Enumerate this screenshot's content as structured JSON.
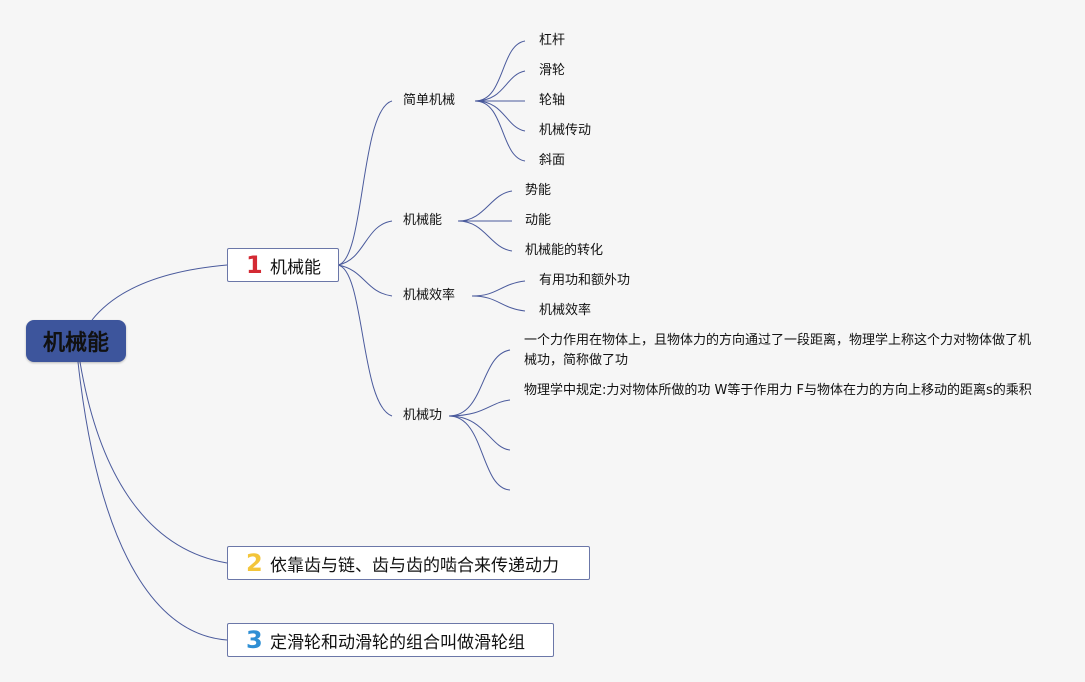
{
  "central": {
    "label": "机械能"
  },
  "topics": [
    {
      "num": "1",
      "label": "机械能",
      "color": "#d42a34"
    },
    {
      "num": "2",
      "label": "依靠齿与链、齿与齿的啮合来传递动力",
      "color": "#f3c53a"
    },
    {
      "num": "3",
      "label": "定滑轮和动滑轮的组合叫做滑轮组",
      "color": "#2e8fd4"
    }
  ],
  "subtopics": [
    {
      "label": "简单机械",
      "children": [
        "杠杆",
        "滑轮",
        "轮轴",
        "机械传动",
        "斜面"
      ]
    },
    {
      "label": "机械能",
      "children": [
        "势能",
        "动能",
        "机械能的转化"
      ]
    },
    {
      "label": "机械效率",
      "children": [
        "有用功和额外功",
        "机械效率"
      ]
    },
    {
      "label": "机械功",
      "children": [
        "一个力作用在物体上，且物体力的方向通过了一段距离，物理学上称这个力对物体做了机械功，简称做了功",
        "物理学中规定:力对物体所做的功 W等于作用力 F与物体在力的方向上移动的距离s的乘积",
        "",
        ""
      ]
    }
  ],
  "colors": {
    "line": "#4a5a9c",
    "central_bg": "#3d559c",
    "background": "#f6f6f6"
  }
}
